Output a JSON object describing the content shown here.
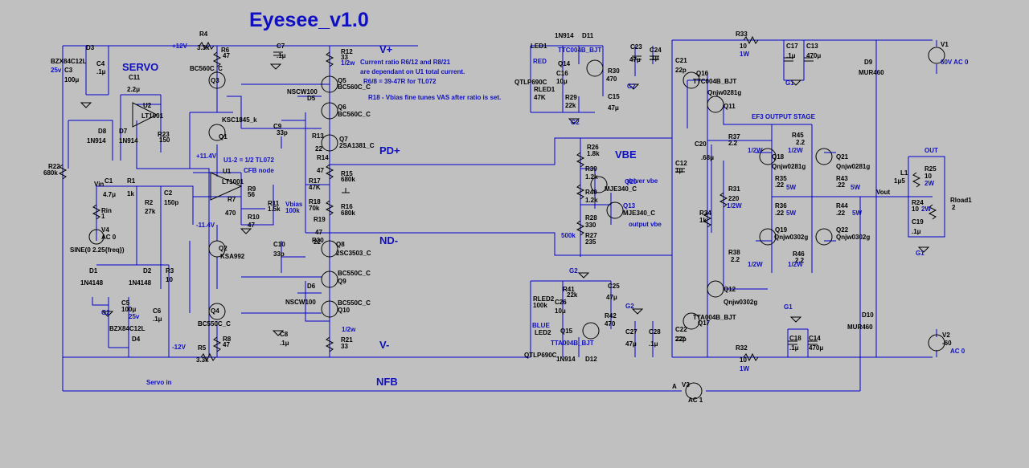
{
  "title": "Eyesee_v1.0",
  "rails": {
    "vplus": "V+",
    "vminus": "V-",
    "pdplus": "PD+",
    "ndminus": "ND-",
    "nfb": "NFB"
  },
  "notes": [
    "Current ratio R6/12 and R8/21",
    "are dependant on U1 total current.",
    "R6/8 = 39-47R for TL072",
    "R18 - Vbias fine tunes VAS after ratio is set.",
    "U1-2 = 1/2 TL072",
    "EF3 OUTPUT STAGE",
    "CFB node",
    "driver vbe",
    "output vbe",
    "Servo in"
  ],
  "sections": {
    "servo": "SERVO",
    "vbe": "VBE",
    "out": "OUT",
    "vout": "Vout"
  },
  "supplies": {
    "pos12": "+12V",
    "pos11_4": "+11.4V",
    "neg11_4": "-11.4V",
    "neg12": "-12V"
  },
  "labels": [
    {
      "id": "R4",
      "t": "R4"
    },
    {
      "id": "R4v",
      "t": "3.3k"
    },
    {
      "id": "R6",
      "t": "R6"
    },
    {
      "id": "R6v",
      "t": "47"
    },
    {
      "id": "Q3",
      "t": "Q3"
    },
    {
      "id": "Q3m",
      "t": "BC560C_C"
    },
    {
      "id": "Q1",
      "t": "Q1"
    },
    {
      "id": "Q1m",
      "t": "KSC1845_k"
    },
    {
      "id": "C7",
      "t": "C7"
    },
    {
      "id": "C7v",
      "t": ".1μ"
    },
    {
      "id": "R12",
      "t": "R12"
    },
    {
      "id": "R12v",
      "t": "33"
    },
    {
      "id": "R12p",
      "t": "1/2w"
    },
    {
      "id": "Q5",
      "t": "Q5"
    },
    {
      "id": "Q5m",
      "t": "BC560C_C"
    },
    {
      "id": "D5",
      "t": "D5"
    },
    {
      "id": "D5m",
      "t": "NSCW100"
    },
    {
      "id": "Q6",
      "t": "Q6"
    },
    {
      "id": "Q6m",
      "t": "BC560C_C"
    },
    {
      "id": "C9",
      "t": "C9"
    },
    {
      "id": "C9v",
      "t": "33p"
    },
    {
      "id": "R13",
      "t": "R13"
    },
    {
      "id": "R13v",
      "t": "22"
    },
    {
      "id": "Q7",
      "t": "Q7"
    },
    {
      "id": "Q7m",
      "t": "2SA1381_C"
    },
    {
      "id": "R14",
      "t": "R14"
    },
    {
      "id": "R14v",
      "t": "47"
    },
    {
      "id": "R15",
      "t": "R15"
    },
    {
      "id": "R15v",
      "t": "680k"
    },
    {
      "id": "R17",
      "t": "R17"
    },
    {
      "id": "R17v",
      "t": "47K"
    },
    {
      "id": "Vbias",
      "t": "Vbias"
    },
    {
      "id": "Vbias100",
      "t": "100k"
    },
    {
      "id": "R18",
      "t": "R18"
    },
    {
      "id": "R18v",
      "t": "70k"
    },
    {
      "id": "R16",
      "t": "R16"
    },
    {
      "id": "R16v",
      "t": "680k"
    },
    {
      "id": "R19",
      "t": "R19"
    },
    {
      "id": "R19v",
      "t": "47"
    },
    {
      "id": "R20",
      "t": "R20"
    },
    {
      "id": "R20v",
      "t": "22"
    },
    {
      "id": "C10",
      "t": "C10"
    },
    {
      "id": "C10v",
      "t": "33p"
    },
    {
      "id": "Q8",
      "t": "Q8"
    },
    {
      "id": "Q8m",
      "t": "2SC3503_C"
    },
    {
      "id": "Q9",
      "t": "Q9"
    },
    {
      "id": "Q9m",
      "t": "BC550C_C"
    },
    {
      "id": "D6",
      "t": "D6"
    },
    {
      "id": "D6m",
      "t": "NSCW100"
    },
    {
      "id": "Q10",
      "t": "Q10"
    },
    {
      "id": "Q10m",
      "t": "BC550C_C"
    },
    {
      "id": "R21p",
      "t": "1/2w"
    },
    {
      "id": "R21",
      "t": "R21"
    },
    {
      "id": "R21v",
      "t": "33"
    },
    {
      "id": "C8",
      "t": "C8"
    },
    {
      "id": "C8v",
      "t": ".1μ"
    },
    {
      "id": "Q2",
      "t": "Q2"
    },
    {
      "id": "Q2m",
      "t": "KSA992"
    },
    {
      "id": "Q4",
      "t": "Q4"
    },
    {
      "id": "Q4m",
      "t": "BC550C_C"
    },
    {
      "id": "R8",
      "t": "R8"
    },
    {
      "id": "R8v",
      "t": "47"
    },
    {
      "id": "R5",
      "t": "R5"
    },
    {
      "id": "R5v",
      "t": "3.3k"
    },
    {
      "id": "U1",
      "t": "U1"
    },
    {
      "id": "U1m",
      "t": "LT1001"
    },
    {
      "id": "R9",
      "t": "R9"
    },
    {
      "id": "R9v",
      "t": "56"
    },
    {
      "id": "R7",
      "t": "R7"
    },
    {
      "id": "R7v",
      "t": "470"
    },
    {
      "id": "R10",
      "t": "R10"
    },
    {
      "id": "R10v",
      "t": "47"
    },
    {
      "id": "R11",
      "t": "R11"
    },
    {
      "id": "R11v",
      "t": "1.5k"
    },
    {
      "id": "C11",
      "t": "C11"
    },
    {
      "id": "C11v",
      "t": "2.2μ"
    },
    {
      "id": "U2",
      "t": "U2"
    },
    {
      "id": "U2m",
      "t": "LT1001"
    },
    {
      "id": "R23",
      "t": "R23"
    },
    {
      "id": "R23v",
      "t": "150"
    },
    {
      "id": "D8",
      "t": "D8"
    },
    {
      "id": "D8m",
      "t": "1N914"
    },
    {
      "id": "D7",
      "t": "D7"
    },
    {
      "id": "D7m",
      "t": "1N914"
    },
    {
      "id": "D3",
      "t": "D3"
    },
    {
      "id": "D3m",
      "t": "BZX84C12L"
    },
    {
      "id": "C3",
      "t": "C3"
    },
    {
      "id": "C3p",
      "t": "25v"
    },
    {
      "id": "C3v",
      "t": "100μ"
    },
    {
      "id": "C4",
      "t": "C4"
    },
    {
      "id": "C4v",
      "t": ".1μ"
    },
    {
      "id": "R22",
      "t": "R22"
    },
    {
      "id": "R22v",
      "t": "680k"
    },
    {
      "id": "Vin",
      "t": "Vin"
    },
    {
      "id": "C1",
      "t": "C1"
    },
    {
      "id": "C1v",
      "t": "4.7μ"
    },
    {
      "id": "R1",
      "t": "R1"
    },
    {
      "id": "R1v",
      "t": "1k"
    },
    {
      "id": "C2",
      "t": "C2"
    },
    {
      "id": "C2v",
      "t": "150p"
    },
    {
      "id": "R2",
      "t": "R2"
    },
    {
      "id": "R2v",
      "t": "27k"
    },
    {
      "id": "Rin",
      "t": "Rin"
    },
    {
      "id": "Rinv",
      "t": "1"
    },
    {
      "id": "V4",
      "t": "V4"
    },
    {
      "id": "V4m",
      "t": "AC 0"
    },
    {
      "id": "V4s",
      "t": "SINE(0 2.25{freq})"
    },
    {
      "id": "D1",
      "t": "D1"
    },
    {
      "id": "D1m",
      "t": "1N4148"
    },
    {
      "id": "D2",
      "t": "D2"
    },
    {
      "id": "D2m",
      "t": "1N4148"
    },
    {
      "id": "R3",
      "t": "R3"
    },
    {
      "id": "R3v",
      "t": "10"
    },
    {
      "id": "G2a",
      "t": "G2"
    },
    {
      "id": "C5",
      "t": "C5"
    },
    {
      "id": "C5v",
      "t": "100μ"
    },
    {
      "id": "C5p",
      "t": "25v"
    },
    {
      "id": "C6",
      "t": "C6"
    },
    {
      "id": "C6v",
      "t": ".1μ"
    },
    {
      "id": "D4m",
      "t": "BZX84C12L"
    },
    {
      "id": "D4",
      "t": "D4"
    },
    {
      "id": "LED1",
      "t": "LED1"
    },
    {
      "id": "QTLa",
      "t": "QTLP690C"
    },
    {
      "id": "RED",
      "t": "RED"
    },
    {
      "id": "RLED1",
      "t": "RLED1"
    },
    {
      "id": "RLED1v",
      "t": "47K"
    },
    {
      "id": "D11m",
      "t": "1N914"
    },
    {
      "id": "D11",
      "t": "D11"
    },
    {
      "id": "Q14m",
      "t": "TTC004B_BJT"
    },
    {
      "id": "Q14",
      "t": "Q14"
    },
    {
      "id": "C16",
      "t": "C16"
    },
    {
      "id": "C16v",
      "t": "10μ"
    },
    {
      "id": "R30",
      "t": "R30"
    },
    {
      "id": "R30v",
      "t": "470"
    },
    {
      "id": "R29",
      "t": "R29"
    },
    {
      "id": "R29v",
      "t": "22k"
    },
    {
      "id": "C15",
      "t": "C15"
    },
    {
      "id": "C15v",
      "t": "47μ"
    },
    {
      "id": "G2b",
      "t": "G2"
    },
    {
      "id": "C23",
      "t": "C23"
    },
    {
      "id": "C23v",
      "t": "47μ"
    },
    {
      "id": "C24",
      "t": "C24"
    },
    {
      "id": "C24v",
      "t": ".1μ"
    },
    {
      "id": "G2c",
      "t": "G2"
    },
    {
      "id": "R26",
      "t": "R26"
    },
    {
      "id": "R26v",
      "t": "1.8k"
    },
    {
      "id": "R39",
      "t": "R39"
    },
    {
      "id": "R39v",
      "t": "1.2k"
    },
    {
      "id": "Q20",
      "t": "Q20"
    },
    {
      "id": "Q20m",
      "t": "MJE340_C"
    },
    {
      "id": "R40",
      "t": "R40"
    },
    {
      "id": "R40v",
      "t": "1.2k"
    },
    {
      "id": "Q13",
      "t": "Q13"
    },
    {
      "id": "Q13m",
      "t": "MJE340_C"
    },
    {
      "id": "R28",
      "t": "R28"
    },
    {
      "id": "R28v",
      "t": "330"
    },
    {
      "id": "R27p",
      "t": "500k"
    },
    {
      "id": "R27",
      "t": "R27"
    },
    {
      "id": "R27v",
      "t": "235"
    },
    {
      "id": "G2d",
      "t": "G2"
    },
    {
      "id": "RLED2",
      "t": "RLED2"
    },
    {
      "id": "RLED2v",
      "t": "100k"
    },
    {
      "id": "R41",
      "t": "R41"
    },
    {
      "id": "R41v",
      "t": "22k"
    },
    {
      "id": "C25",
      "t": "C25"
    },
    {
      "id": "C25v",
      "t": "47μ"
    },
    {
      "id": "C26",
      "t": "C26"
    },
    {
      "id": "C26v",
      "t": "10μ"
    },
    {
      "id": "R42",
      "t": "R42"
    },
    {
      "id": "R42v",
      "t": "470"
    },
    {
      "id": "BLUE",
      "t": "BLUE"
    },
    {
      "id": "LED2",
      "t": "LED2"
    },
    {
      "id": "QTLb",
      "t": "QTLP690C"
    },
    {
      "id": "Q15",
      "t": "Q15"
    },
    {
      "id": "Q15m",
      "t": "TTA004B_BJT"
    },
    {
      "id": "D12m",
      "t": "1N914"
    },
    {
      "id": "D12",
      "t": "D12"
    },
    {
      "id": "G2e",
      "t": "G2"
    },
    {
      "id": "C27",
      "t": "C27"
    },
    {
      "id": "C27v",
      "t": "47μ"
    },
    {
      "id": "C28",
      "t": "C28"
    },
    {
      "id": "C28v",
      "t": ".1μ"
    },
    {
      "id": "C21",
      "t": "C21"
    },
    {
      "id": "C21v",
      "t": "22p"
    },
    {
      "id": "C12",
      "t": "C12"
    },
    {
      "id": "C12v",
      "t": "1μ"
    },
    {
      "id": "C22",
      "t": "C22"
    },
    {
      "id": "C22v",
      "t": "22p"
    },
    {
      "id": "Q16",
      "t": "Q16"
    },
    {
      "id": "Q16m",
      "t": "TTC004B_BJT"
    },
    {
      "id": "Q11",
      "t": "Q11"
    },
    {
      "id": "Q11m",
      "t": "Qnjw0281g"
    },
    {
      "id": "R33",
      "t": "R33"
    },
    {
      "id": "R33v",
      "t": "10"
    },
    {
      "id": "R33p",
      "t": "1W"
    },
    {
      "id": "C17",
      "t": "C17"
    },
    {
      "id": "C17v",
      "t": ".1μ"
    },
    {
      "id": "C13",
      "t": "C13"
    },
    {
      "id": "C13v",
      "t": "470μ"
    },
    {
      "id": "G1a",
      "t": "G1"
    },
    {
      "id": "V1",
      "t": "V1"
    },
    {
      "id": "V1m",
      "t": "60V AC 0"
    },
    {
      "id": "D9",
      "t": "D9"
    },
    {
      "id": "D9m",
      "t": "MUR460"
    },
    {
      "id": "C20",
      "t": "C20"
    },
    {
      "id": "C20v",
      "t": ".68μ"
    },
    {
      "id": "R37",
      "t": "R37"
    },
    {
      "id": "R37v",
      "t": "2.2"
    },
    {
      "id": "R37p",
      "t": "1/2W"
    },
    {
      "id": "R45",
      "t": "R45"
    },
    {
      "id": "R45v",
      "t": "2.2"
    },
    {
      "id": "R45p",
      "t": "1/2W"
    },
    {
      "id": "Q18",
      "t": "Q18"
    },
    {
      "id": "Q18m",
      "t": "Qnjw0281g"
    },
    {
      "id": "Q21",
      "t": "Q21"
    },
    {
      "id": "Q21m",
      "t": "Qnjw0281g"
    },
    {
      "id": "R35",
      "t": "R35"
    },
    {
      "id": "R35v",
      "t": ".22"
    },
    {
      "id": "R35p",
      "t": "5W"
    },
    {
      "id": "R43",
      "t": "R43"
    },
    {
      "id": "R43v",
      "t": ".22"
    },
    {
      "id": "R43p",
      "t": "5W"
    },
    {
      "id": "R31",
      "t": "R31"
    },
    {
      "id": "R31v",
      "t": "220"
    },
    {
      "id": "R31p",
      "t": "1/2W"
    },
    {
      "id": "R34",
      "t": "R34"
    },
    {
      "id": "R34v",
      "t": "1k"
    },
    {
      "id": "R36",
      "t": "R36"
    },
    {
      "id": "R36v",
      "t": ".22"
    },
    {
      "id": "R36p",
      "t": "5W"
    },
    {
      "id": "R44",
      "t": "R44"
    },
    {
      "id": "R44v",
      "t": ".22"
    },
    {
      "id": "R44p",
      "t": "5W"
    },
    {
      "id": "Q19",
      "t": "Q19"
    },
    {
      "id": "Q19m",
      "t": "Qnjw0302g"
    },
    {
      "id": "Q22",
      "t": "Q22"
    },
    {
      "id": "Q22m",
      "t": "Qnjw0302g"
    },
    {
      "id": "R38",
      "t": "R38"
    },
    {
      "id": "R38v",
      "t": "2.2"
    },
    {
      "id": "R38p",
      "t": "1/2W"
    },
    {
      "id": "R46",
      "t": "R46"
    },
    {
      "id": "R46v",
      "t": "2.2"
    },
    {
      "id": "R46p",
      "t": "1/2W"
    },
    {
      "id": "Q12",
      "t": "Q12"
    },
    {
      "id": "Q12m",
      "t": "Qnjw0302g"
    },
    {
      "id": "Q17",
      "t": "Q17"
    },
    {
      "id": "Q17m",
      "t": "TTA004B_BJT"
    },
    {
      "id": "L1",
      "t": "L1"
    },
    {
      "id": "L1v",
      "t": "1μ5"
    },
    {
      "id": "R25",
      "t": "R25"
    },
    {
      "id": "R25v",
      "t": "10"
    },
    {
      "id": "R25p",
      "t": "2W"
    },
    {
      "id": "R24",
      "t": "R24"
    },
    {
      "id": "R24v",
      "t": "10"
    },
    {
      "id": "R24p",
      "t": "2W"
    },
    {
      "id": "Rload1",
      "t": "Rload1"
    },
    {
      "id": "Rloadv",
      "t": "2"
    },
    {
      "id": "C19",
      "t": "C19"
    },
    {
      "id": "C19v",
      "t": ".1μ"
    },
    {
      "id": "G1b",
      "t": "G1"
    },
    {
      "id": "G1c",
      "t": "G1"
    },
    {
      "id": "C18",
      "t": "C18"
    },
    {
      "id": "C18v",
      "t": ".1μ"
    },
    {
      "id": "C14",
      "t": "C14"
    },
    {
      "id": "C14v",
      "t": "470μ"
    },
    {
      "id": "D10",
      "t": "D10"
    },
    {
      "id": "D10m",
      "t": "MUR460"
    },
    {
      "id": "V2",
      "t": "V2"
    },
    {
      "id": "V2m",
      "t": "-60"
    },
    {
      "id": "V2s",
      "t": "AC 0"
    },
    {
      "id": "R32",
      "t": "R32"
    },
    {
      "id": "R32v",
      "t": "10"
    },
    {
      "id": "R32p",
      "t": "1W"
    },
    {
      "id": "V3a",
      "t": "A"
    },
    {
      "id": "V3",
      "t": "V3"
    },
    {
      "id": "V3m",
      "t": "AC 1"
    }
  ]
}
